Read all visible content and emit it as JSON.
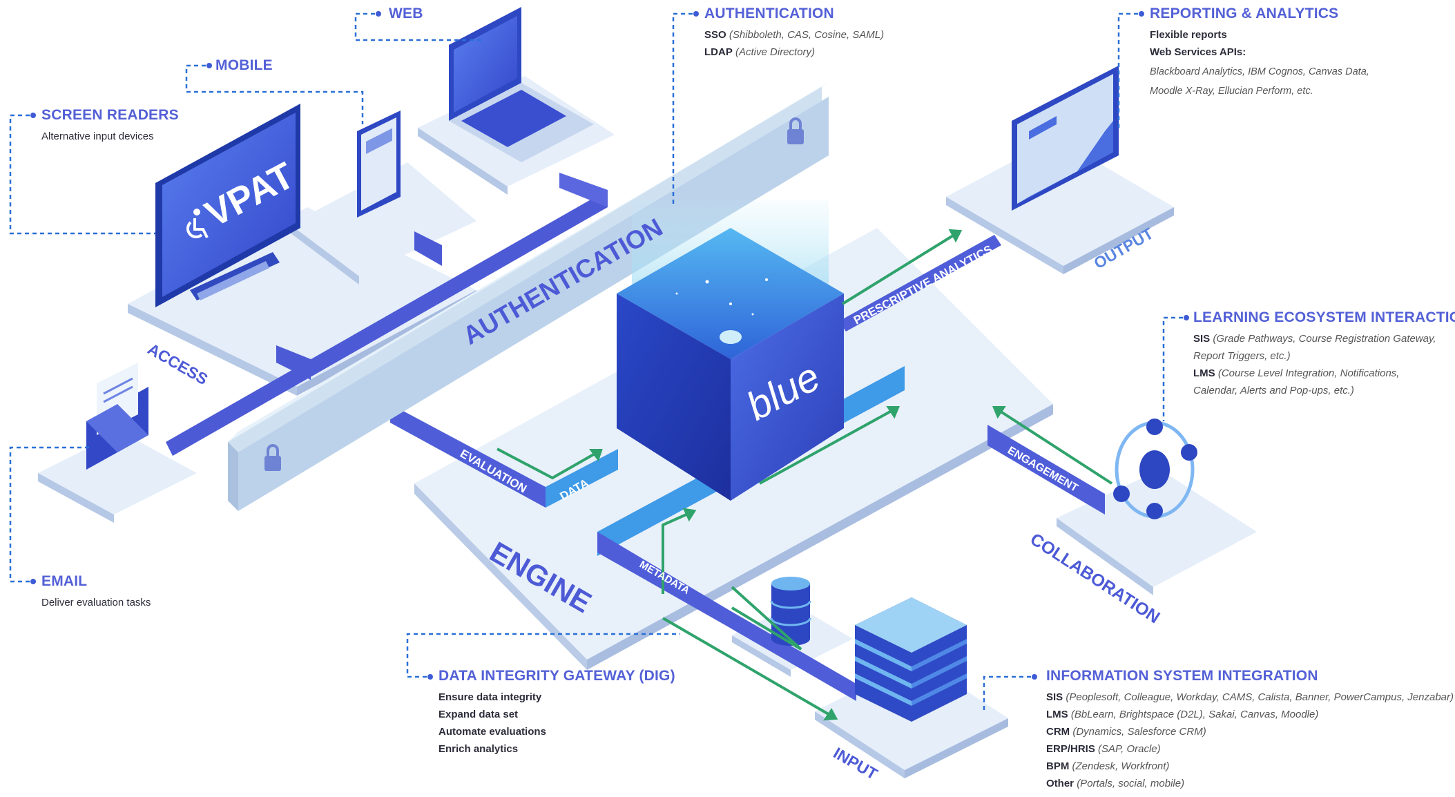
{
  "colors": {
    "accent": "#5360d6",
    "primary_blue": "#3a4fd0",
    "light_platform": "#dce8f7",
    "arrow_green": "#2fa36b",
    "leader_line": "#2a6fd6"
  },
  "callouts": {
    "web": {
      "title": "WEB"
    },
    "mobile": {
      "title": "MOBILE"
    },
    "screen_readers": {
      "title": "SCREEN READERS",
      "line1": "Alternative input devices"
    },
    "email": {
      "title": "EMAIL",
      "line1": "Deliver evaluation tasks"
    },
    "authentication": {
      "title": "AUTHENTICATION",
      "sso_term": "SSO",
      "sso_detail": "(Shibboleth, CAS, Cosine, SAML)",
      "ldap_term": "LDAP",
      "ldap_detail": "(Active Directory)"
    },
    "reporting": {
      "title": "REPORTING & ANALYTICS",
      "line1": "Flexible reports",
      "line2": "Web Services APIs:",
      "note1": "Blackboard Analytics, IBM Cognos, Canvas Data,",
      "note2": "Moodle X-Ray, Ellucian Perform, etc."
    },
    "learning": {
      "title": "LEARNING ECOSYSTEM INTERACTION",
      "sis_term": "SIS",
      "sis_detail1": "(Grade Pathways, Course Registration Gateway,",
      "sis_detail2": "Report Triggers, etc.)",
      "lms_term": "LMS",
      "lms_detail1": "(Course Level Integration, Notifications,",
      "lms_detail2": "Calendar, Alerts and Pop-ups, etc.)"
    },
    "dig": {
      "title": "DATA INTEGRITY GATEWAY (DIG)",
      "line1": "Ensure data integrity",
      "line2": "Expand data set",
      "line3": "Automate evaluations",
      "line4": "Enrich analytics"
    },
    "info_system": {
      "title": "INFORMATION SYSTEM INTEGRATION",
      "rows": [
        {
          "term": "SIS",
          "detail": "(Peoplesoft, Colleague, Workday, CAMS, Calista, Banner, PowerCampus, Jenzabar)"
        },
        {
          "term": "LMS",
          "detail": "(BbLearn, Brightspace (D2L), Sakai, Canvas, Moodle)"
        },
        {
          "term": "CRM",
          "detail": "(Dynamics, Salesforce CRM)"
        },
        {
          "term": "ERP/HRIS",
          "detail": "(SAP, Oracle)"
        },
        {
          "term": "BPM",
          "detail": "(Zendesk, Workfront)"
        },
        {
          "term": "Other",
          "detail": "(Portals, social, mobile)"
        }
      ]
    }
  },
  "diagram_labels": {
    "authentication_wall": "AUTHENTICATION",
    "access": "ACCESS",
    "engine": "ENGINE",
    "output": "OUTPUT",
    "input": "INPUT",
    "collaboration": "COLLABORATION",
    "prescriptive_analytics": "PRESCRIPTIVE ANALYTICS",
    "engagement": "ENGAGEMENT",
    "evaluation": "EVALUATION",
    "data": "DATA",
    "metadata": "METADATA",
    "cube_logo": "blue",
    "vpat": "VPAT"
  },
  "icons": [
    "laptop-icon",
    "tablet-icon",
    "monitor-icon",
    "envelope-icon",
    "lock-icon",
    "database-icon",
    "server-stack-icon",
    "network-hub-icon",
    "chart-screen-icon",
    "wheelchair-icon"
  ]
}
